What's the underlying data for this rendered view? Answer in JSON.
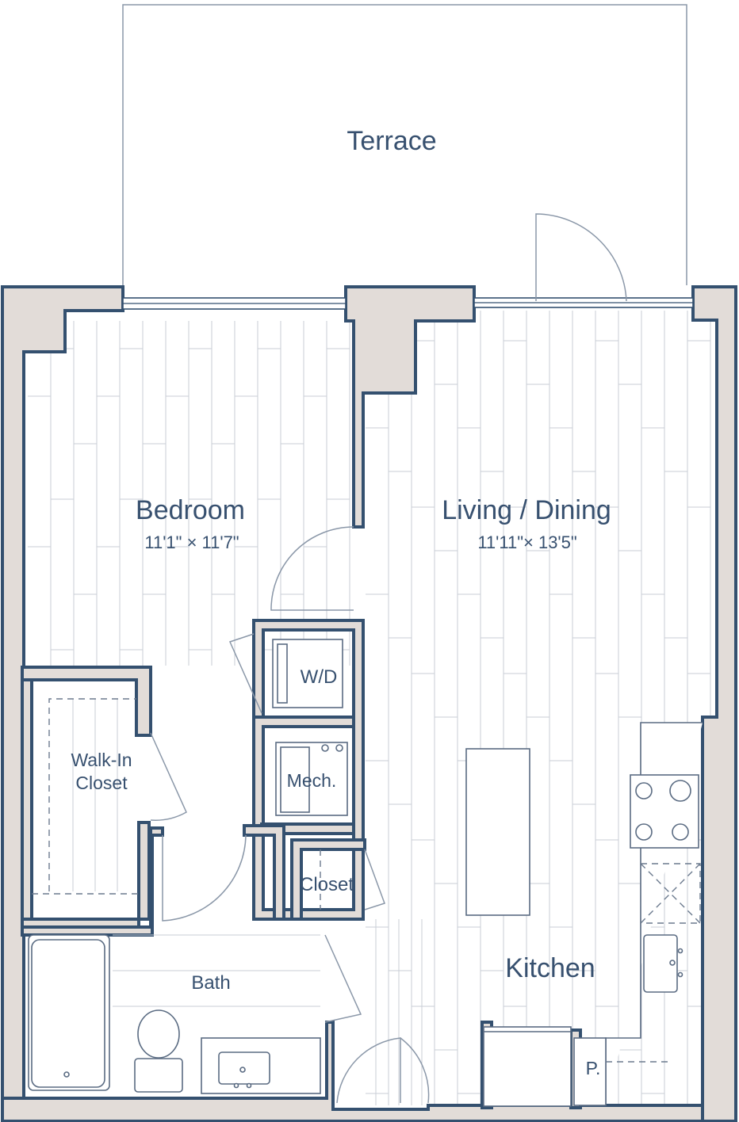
{
  "rooms": {
    "terrace": {
      "label": "Terrace"
    },
    "bedroom": {
      "label": "Bedroom",
      "dimensions": "11'1\" × 11'7\""
    },
    "living": {
      "label": "Living / Dining",
      "dimensions": "11'11\"× 13'5\""
    },
    "walkin": {
      "label_line1": "Walk-In",
      "label_line2": "Closet"
    },
    "wd": {
      "label": "W/D"
    },
    "mech": {
      "label": "Mech."
    },
    "closet": {
      "label": "Closet"
    },
    "bath": {
      "label": "Bath"
    },
    "kitchen": {
      "label": "Kitchen"
    },
    "pantry": {
      "label": "P."
    }
  },
  "colors": {
    "wall_fill": "#e2dcd8",
    "wall_stroke": "#34506f",
    "label": "#37506f",
    "floor_lines": "#c9ced6"
  }
}
